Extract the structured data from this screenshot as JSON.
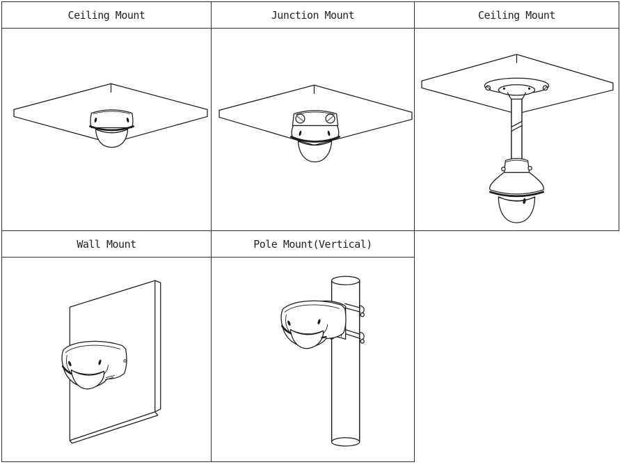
{
  "page": {
    "background": "#ffffff"
  },
  "colors": {
    "line": "#1b1b1b",
    "grid_border": "#2e2e2e",
    "text": "#1f1f1f"
  },
  "table": {
    "top_row": [
      {
        "label": "Ceiling Mount",
        "figure": "dome-camera-direct-ceiling-diagram"
      },
      {
        "label": "Junction Mount",
        "figure": "dome-camera-junction-box-diagram"
      },
      {
        "label": "Ceiling Mount",
        "figure": "dome-camera-pendant-bracket-diagram"
      }
    ],
    "bottom_row": [
      {
        "label": "Wall Mount",
        "figure": "dome-camera-wall-bracket-diagram"
      },
      {
        "label": "Pole Mount(Vertical)",
        "figure": "dome-camera-pole-clamp-diagram"
      }
    ]
  }
}
